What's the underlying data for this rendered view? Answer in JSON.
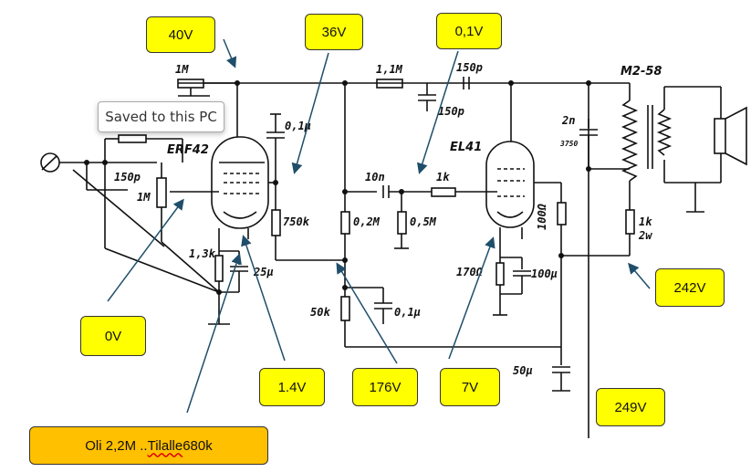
{
  "tooltip": {
    "text": "Saved to this PC"
  },
  "callouts": {
    "v40": "40V",
    "v36": "36V",
    "v01": "0,1V",
    "v0": "0V",
    "v14": "1.4V",
    "v176": "176V",
    "v7": "7V",
    "v242": "242V",
    "v249": "249V"
  },
  "note": {
    "prefix": "Oli 2,2M .. ",
    "word": "Tilalle",
    "suffix": " 680k"
  },
  "schematic": {
    "tubes": {
      "first": "ERF42",
      "second": "EL41"
    },
    "transformer": "M2-58",
    "components": {
      "pot_1m_top": "1M",
      "r_1_1m": "1,1M",
      "c_150p_a": "150p",
      "c_150p_b": "150p",
      "c_150p_in": "150p",
      "pot_1m_in": "1M",
      "c_0_1u_top": "0,1µ",
      "c_2n": "2n",
      "c_2n_v": "3750",
      "c_10n": "10n",
      "r_1k_grid": "1k",
      "r_750k": "750k",
      "r_0_2m": "0,2M",
      "r_0_5m": "0,5M",
      "r_100": "100Ω",
      "r_1_3k": "1,3k",
      "c_25u": "25µ",
      "r_170": "170Ω",
      "c_100u": "100µ",
      "r_50k": "50k",
      "c_0_1u_bot": "0,1µ",
      "c_50u": "50µ",
      "r_1k_2w": "1k",
      "r_1k_2w_rating": "2w"
    }
  }
}
